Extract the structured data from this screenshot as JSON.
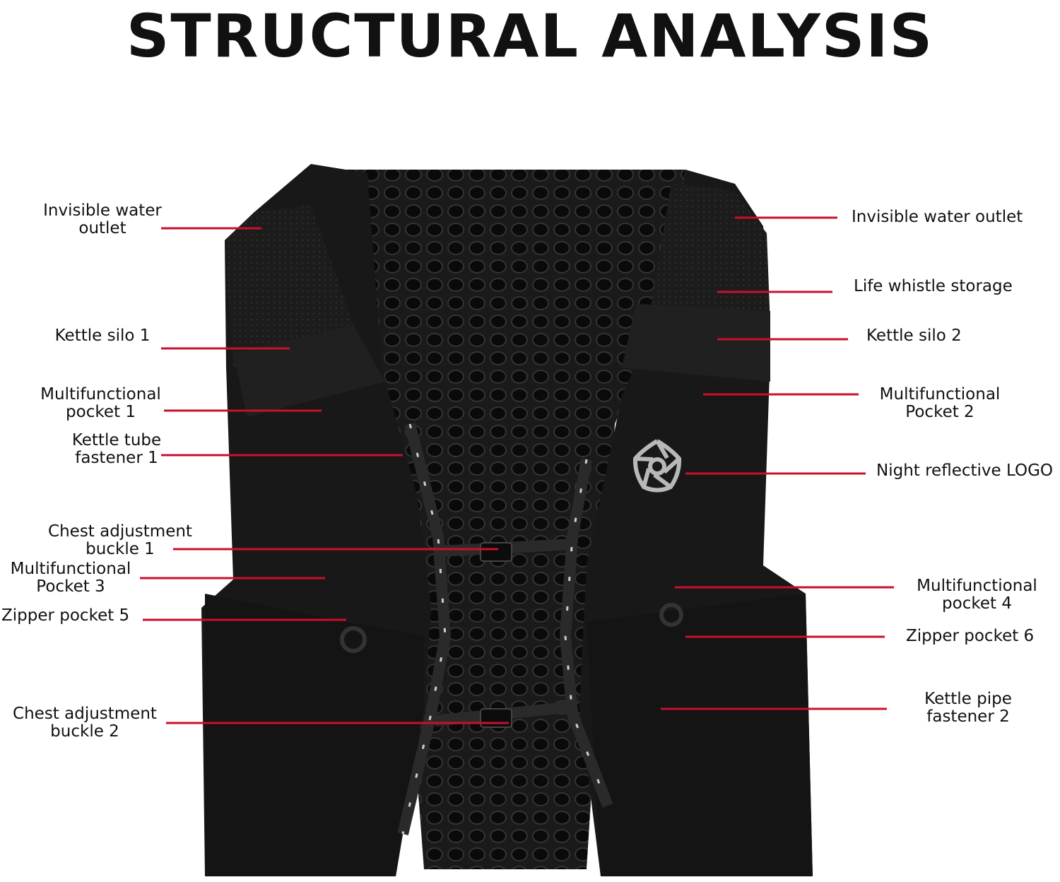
{
  "title": "STRUCTURAL ANALYSIS",
  "accent_color": "#c8102e",
  "callouts_left": [
    {
      "lines": [
        "Invisible water",
        "outlet"
      ]
    },
    {
      "lines": [
        "Kettle silo 1"
      ]
    },
    {
      "lines": [
        "Multifunctional",
        "pocket 1"
      ]
    },
    {
      "lines": [
        "Kettle tube",
        "fastener 1"
      ]
    },
    {
      "lines": [
        "Chest adjustment",
        "buckle 1"
      ]
    },
    {
      "lines": [
        "Multifunctional",
        "Pocket 3"
      ]
    },
    {
      "lines": [
        "Zipper pocket 5"
      ]
    },
    {
      "lines": [
        "Chest adjustment",
        "buckle 2"
      ]
    }
  ],
  "callouts_right": [
    {
      "lines": [
        "Invisible water outlet"
      ]
    },
    {
      "lines": [
        "Life whistle storage"
      ]
    },
    {
      "lines": [
        "Kettle silo 2"
      ]
    },
    {
      "lines": [
        "Multifunctional",
        "Pocket 2"
      ]
    },
    {
      "lines": [
        "Night reflective LOGO"
      ]
    },
    {
      "lines": [
        "Multifunctional",
        "pocket 4"
      ]
    },
    {
      "lines": [
        "Zipper pocket 6"
      ]
    },
    {
      "lines": [
        "Kettle pipe",
        "fastener 2"
      ]
    }
  ]
}
